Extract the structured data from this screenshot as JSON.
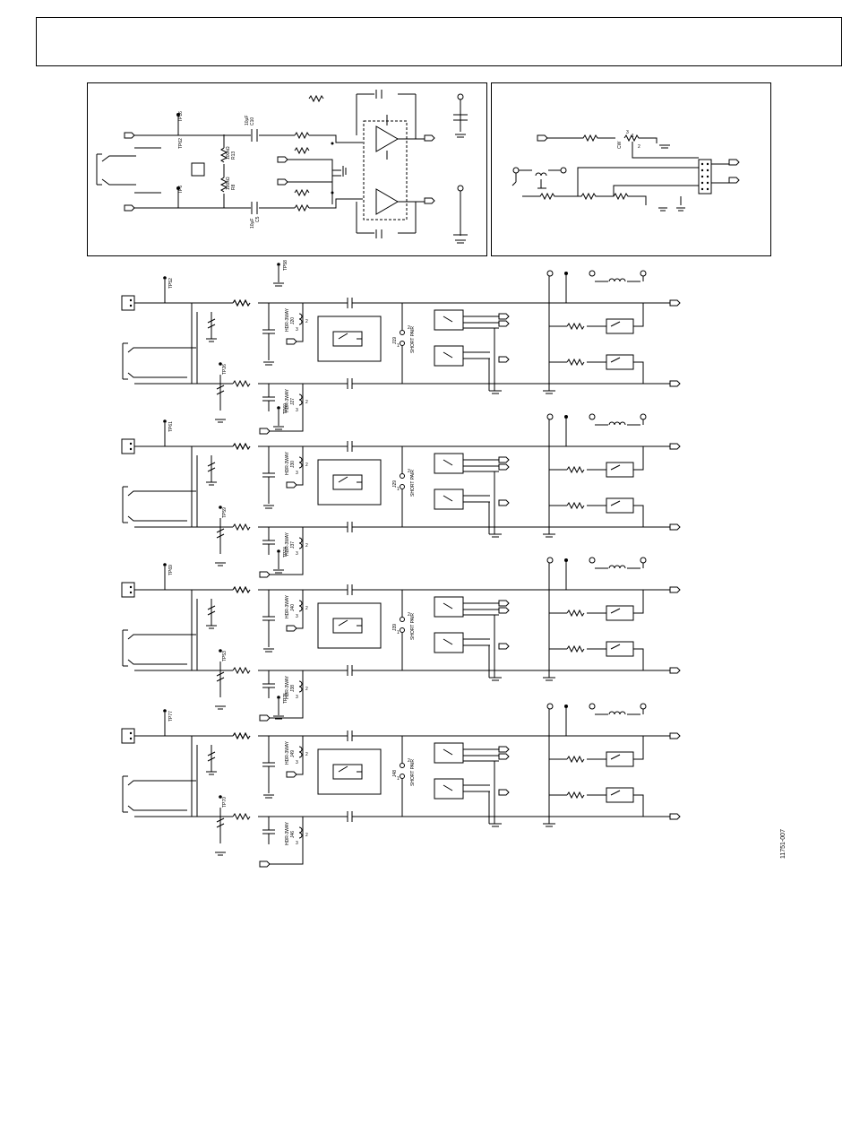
{
  "header": {
    "title": ""
  },
  "panels": {
    "top_left": {
      "name": "preamp-section"
    },
    "top_right": {
      "name": "reference-section"
    }
  },
  "top_left_labels": {
    "tp16": "TP16",
    "tp62": "TP62",
    "tp6": "TP6",
    "c10": "C10",
    "c10_val": "10µF",
    "c5": "C5",
    "c5_val": "10µF",
    "r13": "R13",
    "r13_val": "100kΩ",
    "r8": "R8",
    "r8_val": "100kΩ"
  },
  "top_right_labels": {
    "cw": "CW",
    "one": "1",
    "two": "2",
    "three": "3"
  },
  "channels": [
    {
      "tp_a": "TP52",
      "tp_b": "TP58",
      "tp_c": "TP26",
      "hdr_a": "HDR-3WAY",
      "j_a": "J20",
      "hdr_b": "HDR-3WAY",
      "j_b": "J27",
      "jumper": "J19",
      "short": "SHORT PAIR"
    },
    {
      "tp_a": "TP61",
      "tp_b": "TP60",
      "tp_c": "TP59",
      "hdr_a": "HDR-3WAY",
      "j_a": "J30",
      "hdr_b": "HDR-3WAY",
      "j_b": "J37",
      "jumper": "J29",
      "short": "SHORT PAIR"
    },
    {
      "tp_a": "TP69",
      "tp_b": "TP74",
      "tp_c": "TP53",
      "hdr_a": "HDR-3WAY",
      "j_a": "J40",
      "hdr_b": "HDR-3WAY",
      "j_b": "J38",
      "jumper": "J39",
      "short": "SHORT PAIR"
    },
    {
      "tp_a": "TP77",
      "tp_b": "TP75",
      "tp_c": "TP70",
      "hdr_a": "HDR-3WAY",
      "j_a": "J49",
      "hdr_b": "HDR-3WAY",
      "j_b": "J46",
      "jumper": "J48",
      "short": "SHORT PAIR"
    }
  ],
  "pin_labels": {
    "p1": "1",
    "p2": "2",
    "p3": "3"
  },
  "figure_id": "11751-007"
}
